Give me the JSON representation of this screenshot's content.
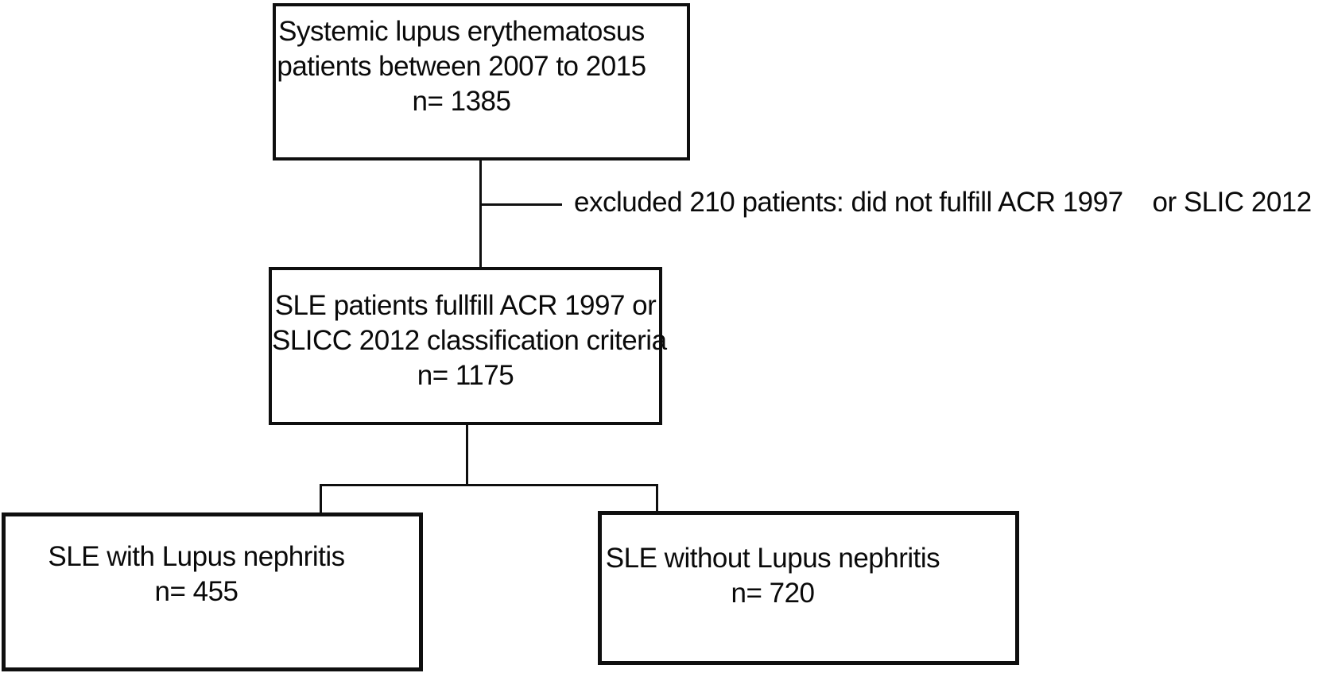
{
  "colors": {
    "background": "#ffffff",
    "line": "#0f0f0f",
    "text": "#0a0a0a"
  },
  "boxes": {
    "total": {
      "lines": [
        "Systemic lupus erythematosus",
        "patients between 2007 to 2015",
        "n= 1385"
      ]
    },
    "eligible": {
      "lines": [
        "SLE patients fullfill ACR 1997 or",
        "SLICC 2012 classification criteria",
        "n= 1175"
      ]
    },
    "with_nephritis": {
      "lines": [
        "SLE with Lupus nephritis",
        "n= 455"
      ]
    },
    "without_nephritis": {
      "lines": [
        "SLE without Lupus nephritis",
        "n= 720"
      ]
    }
  },
  "exclusion": {
    "label": "excluded 210 patients: did not fulfill ACR 1997    or SLIC 2012"
  }
}
